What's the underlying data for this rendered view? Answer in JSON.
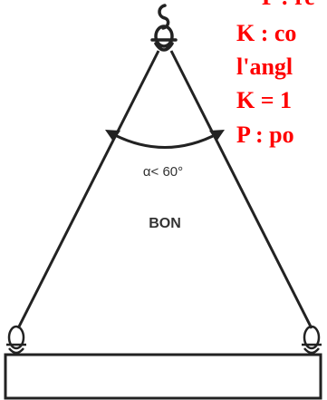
{
  "diagram": {
    "angle_label": "α< 60°",
    "verdict": "BON",
    "note_lines": [
      "P : re",
      "K : co",
      "l'angl",
      "K = 1",
      "P : po"
    ],
    "colors": {
      "note": "#ff0000",
      "lines": "#222222",
      "background": "#ffffff"
    }
  }
}
